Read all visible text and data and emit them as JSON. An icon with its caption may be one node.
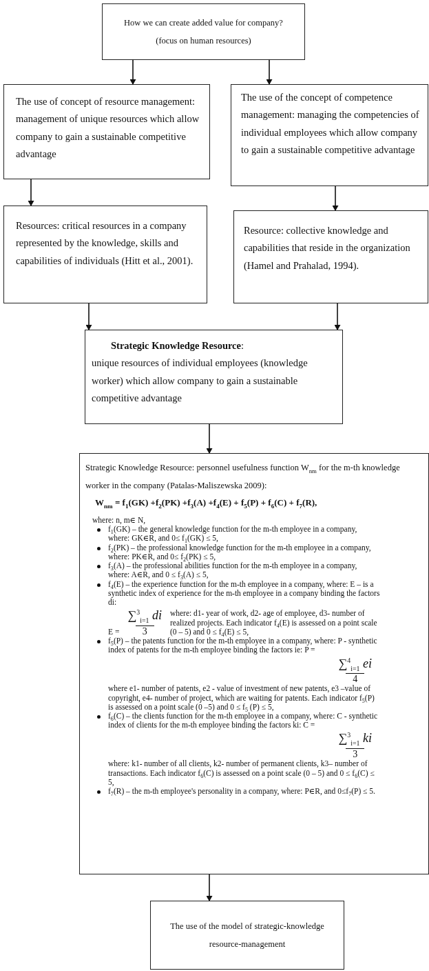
{
  "diagram": {
    "nodes": [
      {
        "text": [
          "How we can create added value for company?",
          "(focus on human resources)"
        ]
      },
      {
        "text": [
          "The use of concept of resource management: management of unique resources which allow company to gain a sustainable competitive advantage"
        ]
      },
      {
        "text": [
          "The use of the concept of competence management: managing the competencies of individual employees which allow company to gain a sustainable competitive advantage"
        ]
      },
      {
        "text": [
          "Resources: critical resources in a company represented by the knowledge, skills and capabilities of individuals (Hitt et al., 2001)."
        ]
      },
      {
        "text": [
          "Resource: collective knowledge and capabilities that reside in the organization (Hamel and Prahalad, 1994)."
        ]
      },
      {
        "text": [
          "**Strategic Knowledge Resource**:",
          "unique resources of individual employees (knowledge worker) which allow company to gain a sustainable competitive advantage"
        ]
      },
      {
        "text": [
          "Strategic Knowledge Resource: personnel usefulness function W$_{nm}$ for the m-th knowledge worker in the company (Patalas-Maliszewska 2009):",
          "W$_{nm}$ = f$_{1}$(GK) +f$_{2}$(PK) +f$_{3}$(A) +f$_{4}$(E) + f$_{5}$(P) + f$_{6}$(C) + f$_{7}$(R),",
          "where: n, m∈ N,",
          "f$_{1}$(GK) – the general knowledge function for the m-th employee in a company, where: GK∈R, and 0≤ f$_{1}$(GK) ≤ 5,",
          "f$_{2}$(PK) – the professional knowledge function for the m-th employee in a company, where: PK∈R, and 0≤ f$_{2}$(PK) ≤ 5,",
          "f$_{3}$(A) – the professional abilities function for the m-th employee in a company, where: A∈R, and 0 ≤ f$_{3}$(A) ≤ 5,",
          "f$_{4}$(E) – the experience function for the m-th employee in a company, where: E – is a synthetic index of experience for the m-th employee in a company binding the factors di:",
          "E =",
          "∑$^{3}$$_{i=1}$ *di*",
          "3",
          "where: d1- year of work, d2- age of employee, d3- number of realized projects. Each indicator f$_{4}$(E) is assessed on a point scale (0 – 5) and 0 ≤ f$_{4}$(E) ≤ 5,",
          "f$_{5}$(P) – the patents function for the m-th employee in a company, where: P - synthetic index of patents for the m-th employee binding the factors ie: P =",
          "∑$^{4}$$_{i=1}$ *ei*",
          "4",
          "where e1- number of patents, e2 - value of investment of new patents, e3 –value of copyright, e4- number of project, which are waiting for patents. Each indicator f$_{5}$(P) is assessed on a point scale (0 –5) and 0 ≤ f$_{5}$ (P) ≤ 5,",
          "f$_{6}$(C) – the clients function for the m-th employee in a company, where: C - synthetic index of clients for the m-th employee binding the factors ki: C =",
          "∑$^{3}$$_{i=1}$ *ki*",
          "3",
          "where: k1- number of all clients, k2- number of permanent clients, k3– number of transactions. Each indicator f$_{6}$(C) is assessed on a point scale (0 – 5) and 0 ≤ f$_{6}$(C) ≤ 5,",
          "f$_{7}$(R) – the m-th employee's personality in a company, where: P∈R, and 0≤f$_{7}$(P) ≤ 5."
        ]
      },
      {
        "text": [
          "The use of the model of strategic-knowledge resource-management"
        ]
      }
    ],
    "edges": [
      {
        "from": 0,
        "to": 1,
        "arrow": "to"
      },
      {
        "from": 0,
        "to": 2,
        "arrow": "to"
      },
      {
        "from": 1,
        "to": 3,
        "arrow": "to"
      },
      {
        "from": 2,
        "to": 4,
        "arrow": "to"
      },
      {
        "from": 3,
        "to": 5,
        "arrow": "to"
      },
      {
        "from": 4,
        "to": 5,
        "arrow": "to"
      },
      {
        "from": 5,
        "to": 6,
        "arrow": "to"
      },
      {
        "from": 6,
        "to": 7,
        "arrow": "to"
      }
    ]
  }
}
